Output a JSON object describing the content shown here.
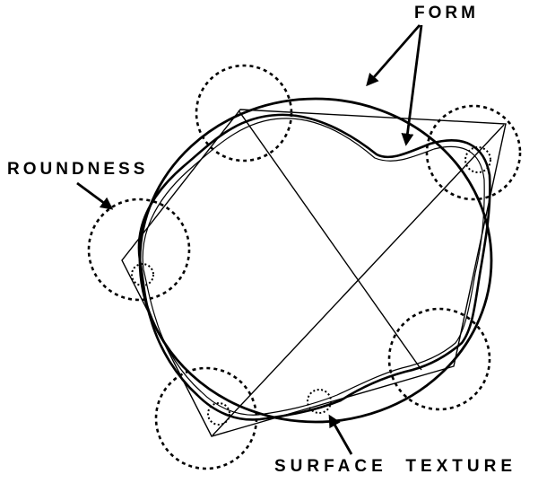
{
  "labels": {
    "form": "FORM",
    "roundness": "ROUNDNESS",
    "surface_texture": "SURFACE  TEXTURE"
  },
  "colors": {
    "stroke": "#000000",
    "background": "#ffffff"
  }
}
